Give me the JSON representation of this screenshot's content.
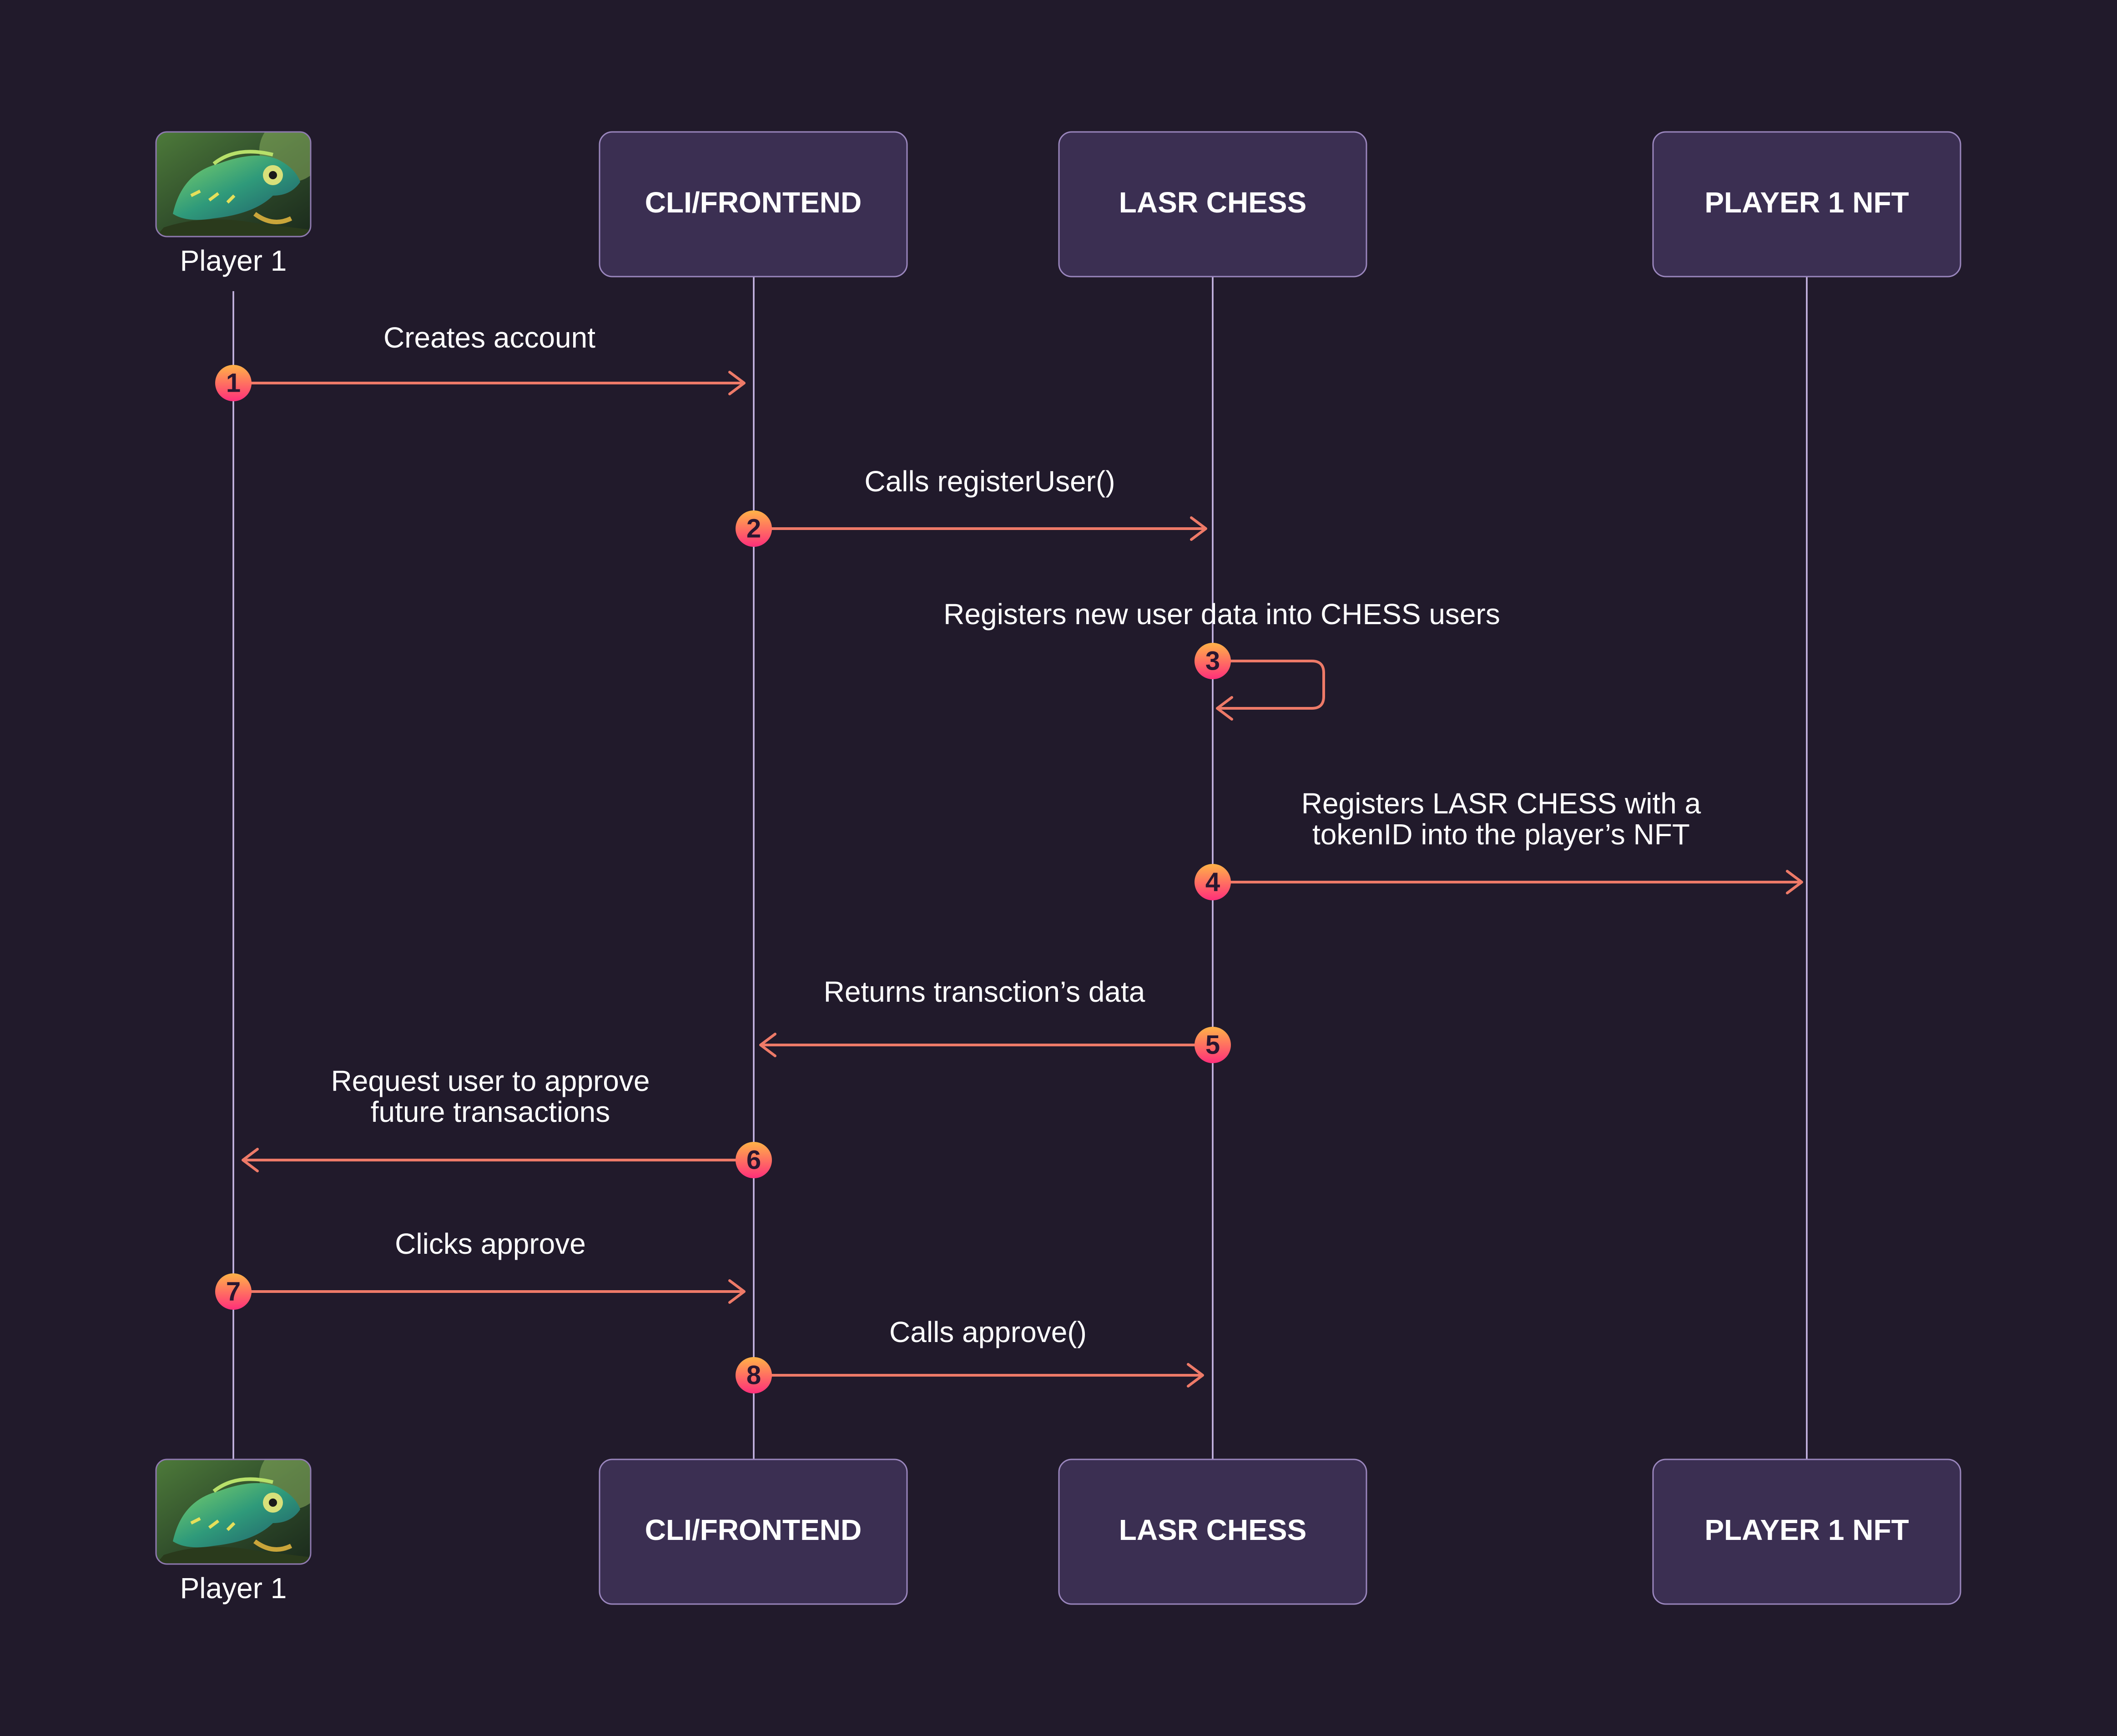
{
  "actors": {
    "player": {
      "label": "Player 1",
      "avatar_icon": "chameleon-avatar-icon"
    },
    "frontend": {
      "label": "CLI/FRONTEND"
    },
    "chess": {
      "label": "LASR CHESS"
    },
    "nft": {
      "label": "PLAYER 1 NFT"
    }
  },
  "messages": [
    {
      "step": "1",
      "from": "player",
      "to": "frontend",
      "lines": [
        "Creates account"
      ]
    },
    {
      "step": "2",
      "from": "frontend",
      "to": "chess",
      "lines": [
        "Calls registerUser()"
      ]
    },
    {
      "step": "3",
      "from": "chess",
      "to": "chess",
      "lines": [
        "Registers new user data into CHESS users"
      ]
    },
    {
      "step": "4",
      "from": "chess",
      "to": "nft",
      "lines": [
        "Registers LASR CHESS with a",
        "tokenID into the player’s NFT"
      ]
    },
    {
      "step": "5",
      "from": "chess",
      "to": "frontend",
      "lines": [
        "Returns transction’s data"
      ]
    },
    {
      "step": "6",
      "from": "frontend",
      "to": "player",
      "lines": [
        "Request user to approve",
        "future transactions"
      ]
    },
    {
      "step": "7",
      "from": "player",
      "to": "frontend",
      "lines": [
        "Clicks approve"
      ]
    },
    {
      "step": "8",
      "from": "frontend",
      "to": "chess",
      "lines": [
        "Calls approve()"
      ]
    }
  ],
  "colors": {
    "background": "#211a2b",
    "actor_box": "#3b2f52",
    "lifeline": "#c9b8e6",
    "arrow": "#ee7a68",
    "badge_top": "#ffb347",
    "badge_bottom": "#ff2f7a"
  }
}
